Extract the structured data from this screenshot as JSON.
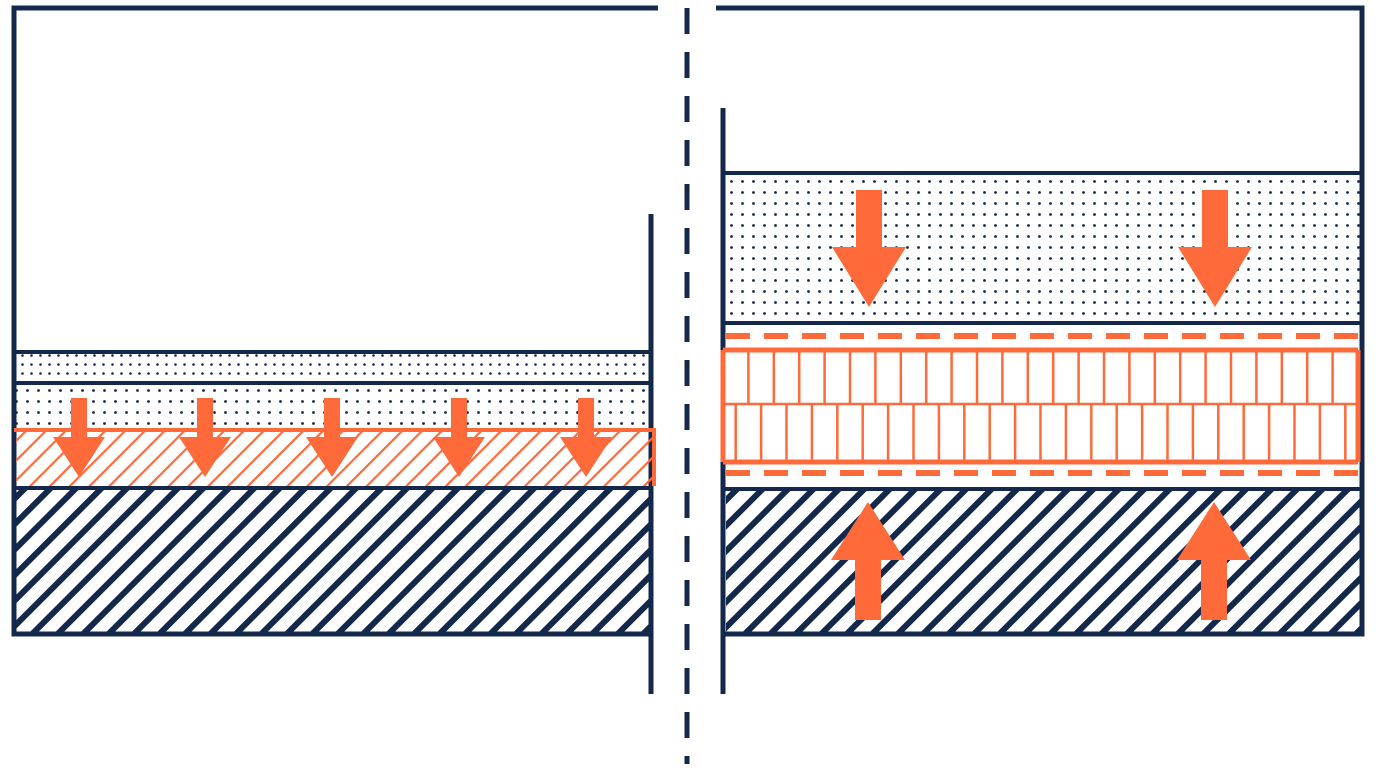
{
  "diagram": {
    "description_visible_text": "",
    "panels": [
      {
        "id": "left",
        "layers": [
          "fine-dotted-layer",
          "coarse-dotted-layer",
          "orange-hatched-layer",
          "navy-hatched-base"
        ],
        "arrow_direction": "down",
        "arrow_count": 5
      },
      {
        "id": "right",
        "layers": [
          "dotted-top-layer",
          "orange-grid-core",
          "navy-hatched-base"
        ],
        "arrow_top_direction": "down",
        "arrow_bottom_direction": "up",
        "arrow_count_top": 2,
        "arrow_count_bottom": 2
      }
    ],
    "divider": "dashed-vertical",
    "colors": {
      "navy": "#14284b",
      "orange": "#ff6a3a",
      "white": "#ffffff"
    }
  }
}
